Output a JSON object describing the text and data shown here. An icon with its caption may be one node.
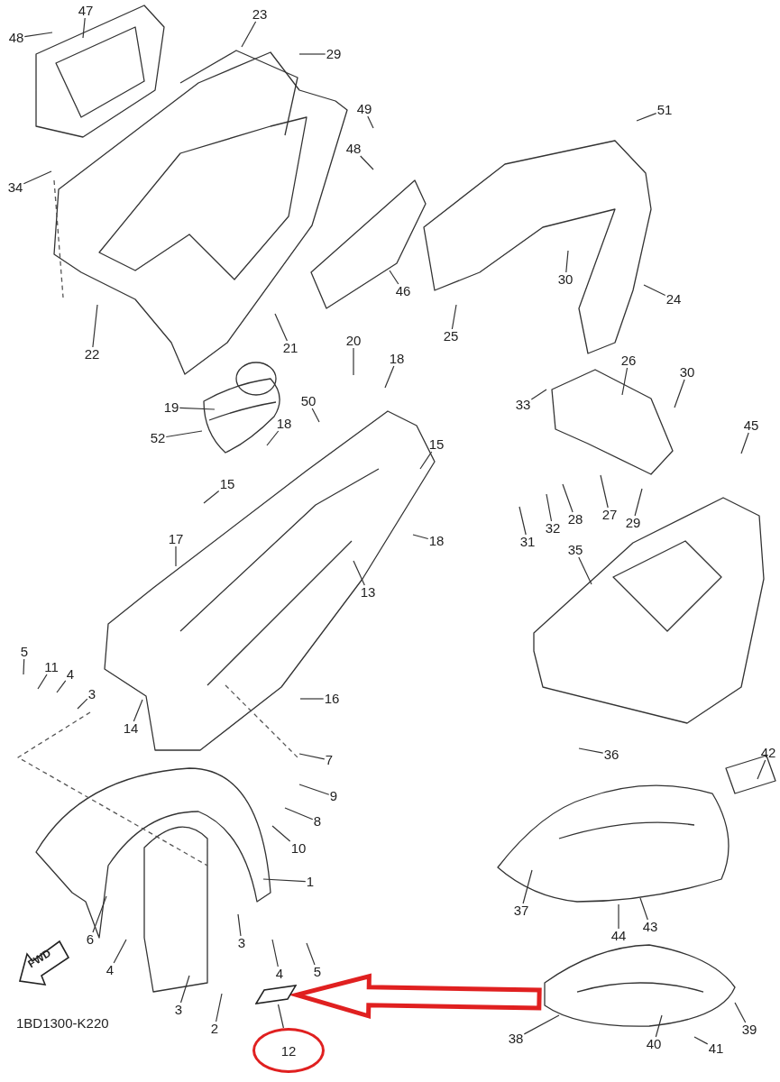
{
  "diagram": {
    "nodes": [
      {
        "text": [
          "47"
        ]
      },
      {
        "text": [
          "48"
        ]
      },
      {
        "text": [
          "23"
        ]
      },
      {
        "text": [
          "29"
        ]
      },
      {
        "text": [
          "49"
        ]
      },
      {
        "text": [
          "51"
        ]
      },
      {
        "text": [
          "48"
        ]
      },
      {
        "text": [
          "34"
        ]
      },
      {
        "text": [
          "30"
        ]
      },
      {
        "text": [
          "46"
        ]
      },
      {
        "text": [
          "24"
        ]
      },
      {
        "text": [
          "25"
        ]
      },
      {
        "text": [
          "22"
        ]
      },
      {
        "text": [
          "21"
        ]
      },
      {
        "text": [
          "20"
        ]
      },
      {
        "text": [
          "18"
        ]
      },
      {
        "text": [
          "26"
        ]
      },
      {
        "text": [
          "30"
        ]
      },
      {
        "text": [
          "33"
        ]
      },
      {
        "text": [
          "19"
        ]
      },
      {
        "text": [
          "50"
        ]
      },
      {
        "text": [
          "18"
        ]
      },
      {
        "text": [
          "45"
        ]
      },
      {
        "text": [
          "52"
        ]
      },
      {
        "text": [
          "15"
        ]
      },
      {
        "text": [
          "15"
        ]
      },
      {
        "text": [
          "28"
        ]
      },
      {
        "text": [
          "27"
        ]
      },
      {
        "text": [
          "29"
        ]
      },
      {
        "text": [
          "32"
        ]
      },
      {
        "text": [
          "17"
        ]
      },
      {
        "text": [
          "18"
        ]
      },
      {
        "text": [
          "31"
        ]
      },
      {
        "text": [
          "35"
        ]
      },
      {
        "text": [
          "13"
        ]
      },
      {
        "text": [
          "5"
        ]
      },
      {
        "text": [
          "11"
        ]
      },
      {
        "text": [
          "4"
        ]
      },
      {
        "text": [
          "3"
        ]
      },
      {
        "text": [
          "16"
        ]
      },
      {
        "text": [
          "14"
        ]
      },
      {
        "text": [
          "36"
        ]
      },
      {
        "text": [
          "42"
        ]
      },
      {
        "text": [
          "7"
        ]
      },
      {
        "text": [
          "9"
        ]
      },
      {
        "text": [
          "8"
        ]
      },
      {
        "text": [
          "10"
        ]
      },
      {
        "text": [
          "1"
        ]
      },
      {
        "text": [
          "37"
        ]
      },
      {
        "text": [
          "43"
        ]
      },
      {
        "text": [
          "44"
        ]
      },
      {
        "text": [
          "6"
        ]
      },
      {
        "text": [
          "3"
        ]
      },
      {
        "text": [
          "4"
        ]
      },
      {
        "text": [
          "4"
        ]
      },
      {
        "text": [
          "5"
        ]
      },
      {
        "text": [
          "38"
        ]
      },
      {
        "text": [
          "3"
        ]
      },
      {
        "text": [
          "2"
        ]
      },
      {
        "text": [
          "39"
        ]
      },
      {
        "text": [
          "40"
        ]
      },
      {
        "text": [
          "12"
        ]
      },
      {
        "text": [],
        "shape": "bar"
      },
      {
        "text": [
          "41"
        ]
      }
    ],
    "edges": [
      {
        "from": 0,
        "to": null,
        "arrow": "none"
      },
      {
        "from": 1,
        "to": null,
        "arrow": "none"
      },
      {
        "from": 2,
        "to": null,
        "arrow": "none"
      },
      {
        "from": 3,
        "to": null,
        "arrow": "none"
      },
      {
        "from": 4,
        "to": null,
        "arrow": "none"
      },
      {
        "from": 5,
        "to": null,
        "arrow": "none"
      },
      {
        "from": 6,
        "to": null,
        "arrow": "none"
      },
      {
        "from": 7,
        "to": null,
        "arrow": "none"
      },
      {
        "from": 8,
        "to": null,
        "arrow": "none"
      },
      {
        "from": 9,
        "to": null,
        "arrow": "none"
      },
      {
        "from": 10,
        "to": null,
        "arrow": "none"
      },
      {
        "from": 11,
        "to": null,
        "arrow": "none"
      },
      {
        "from": 12,
        "to": null,
        "arrow": "none"
      },
      {
        "from": 13,
        "to": null,
        "arrow": "none"
      },
      {
        "from": 14,
        "to": null,
        "arrow": "none"
      },
      {
        "from": 15,
        "to": null,
        "arrow": "none"
      },
      {
        "from": 16,
        "to": null,
        "arrow": "none"
      },
      {
        "from": 17,
        "to": null,
        "arrow": "none"
      },
      {
        "from": 18,
        "to": null,
        "arrow": "none"
      },
      {
        "from": 19,
        "to": null,
        "arrow": "none"
      },
      {
        "from": 20,
        "to": null,
        "arrow": "none"
      },
      {
        "from": 21,
        "to": null,
        "arrow": "none"
      },
      {
        "from": 22,
        "to": null,
        "arrow": "none"
      },
      {
        "from": 23,
        "to": null,
        "arrow": "none"
      },
      {
        "from": 24,
        "to": null,
        "arrow": "none"
      },
      {
        "from": 25,
        "to": null,
        "arrow": "none"
      },
      {
        "from": 26,
        "to": null,
        "arrow": "none"
      },
      {
        "from": 27,
        "to": null,
        "arrow": "none"
      },
      {
        "from": 28,
        "to": null,
        "arrow": "none"
      },
      {
        "from": 29,
        "to": null,
        "arrow": "none"
      },
      {
        "from": 30,
        "to": null,
        "arrow": "none"
      },
      {
        "from": 31,
        "to": null,
        "arrow": "none"
      },
      {
        "from": 32,
        "to": null,
        "arrow": "none"
      },
      {
        "from": 33,
        "to": null,
        "arrow": "none"
      },
      {
        "from": 34,
        "to": null,
        "arrow": "none"
      },
      {
        "from": 35,
        "to": null,
        "arrow": "none"
      },
      {
        "from": 36,
        "to": null,
        "arrow": "none"
      },
      {
        "from": 37,
        "to": null,
        "arrow": "none"
      },
      {
        "from": 38,
        "to": null,
        "arrow": "none"
      },
      {
        "from": 39,
        "to": null,
        "arrow": "none"
      },
      {
        "from": 40,
        "to": null,
        "arrow": "none"
      },
      {
        "from": 41,
        "to": null,
        "arrow": "none"
      },
      {
        "from": 42,
        "to": null,
        "arrow": "none"
      },
      {
        "from": 43,
        "to": null,
        "arrow": "none"
      },
      {
        "from": 44,
        "to": null,
        "arrow": "none"
      },
      {
        "from": 45,
        "to": null,
        "arrow": "none"
      },
      {
        "from": 46,
        "to": null,
        "arrow": "none"
      },
      {
        "from": 47,
        "to": null,
        "arrow": "none"
      },
      {
        "from": 48,
        "to": null,
        "arrow": "none"
      },
      {
        "from": 49,
        "to": null,
        "arrow": "none"
      },
      {
        "from": 50,
        "to": null,
        "arrow": "none"
      },
      {
        "from": 51,
        "to": null,
        "arrow": "none"
      },
      {
        "from": 52,
        "to": null,
        "arrow": "none"
      },
      {
        "from": 53,
        "to": null,
        "arrow": "none"
      },
      {
        "from": 54,
        "to": null,
        "arrow": "none"
      },
      {
        "from": 55,
        "to": null,
        "arrow": "none"
      },
      {
        "from": 56,
        "to": null,
        "arrow": "none"
      },
      {
        "from": 57,
        "to": null,
        "arrow": "none"
      },
      {
        "from": 58,
        "to": null,
        "arrow": "none"
      },
      {
        "from": 59,
        "to": null,
        "arrow": "none"
      },
      {
        "from": 60,
        "to": null,
        "arrow": "none"
      },
      {
        "from": 61,
        "to": 62,
        "arrow": "none"
      },
      {
        "from": null,
        "to": 62,
        "arrow": "to",
        "style": "thick",
        "color": "#e02020"
      },
      {
        "from": 63,
        "to": null,
        "arrow": "none"
      }
    ],
    "labels": [
      "FWD",
      "1BD1300-K220"
    ]
  }
}
